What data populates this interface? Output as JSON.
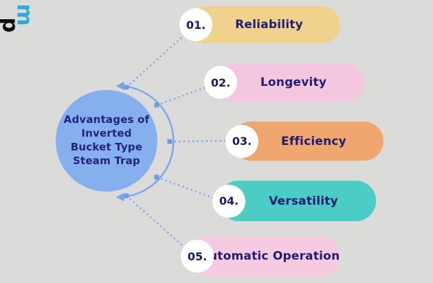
{
  "page": {
    "background": "#DBDBD9"
  },
  "brand": {
    "letter_m": "m",
    "letter_p": "p",
    "m_color": "#29ABE2",
    "p_color": "#0D0D0D"
  },
  "center": {
    "title": "Advantages of Inverted Bucket Type Steam Trap",
    "fill": "#85AFED",
    "text_color": "#23237B"
  },
  "connectors": {
    "color": "#7BA4EB",
    "node_color": "#6D9BE8"
  },
  "text": {
    "number_color": "#1B1B60",
    "label_color": "#201C74"
  },
  "items": [
    {
      "number": "01.",
      "label": "Reliability",
      "color": "#F1D28D"
    },
    {
      "number": "02.",
      "label": "Longevity",
      "color": "#F5C6DF"
    },
    {
      "number": "03.",
      "label": "Efficiency",
      "color": "#EFA76F"
    },
    {
      "number": "04.",
      "label": "Versatility",
      "color": "#4BCCC5"
    },
    {
      "number": "05.",
      "label": "Automatic Operation",
      "color": "#F6CBE1"
    }
  ]
}
